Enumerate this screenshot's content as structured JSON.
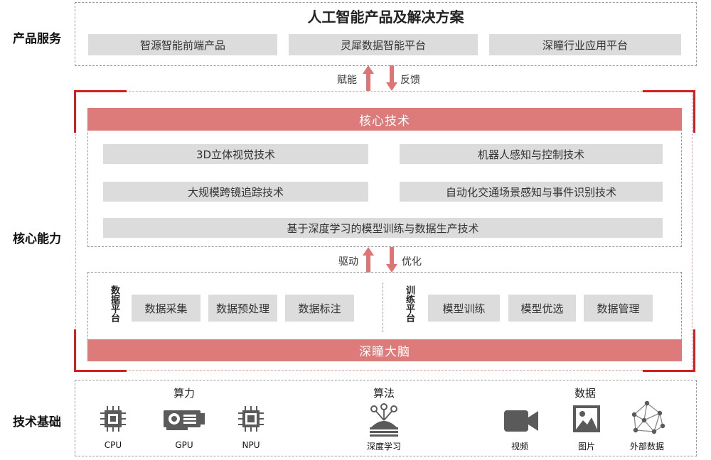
{
  "rows": {
    "product": "产品服务",
    "core": "核心能力",
    "base": "技术基础"
  },
  "product": {
    "title": "人工智能产品及解决方案",
    "items": [
      "智源智能前端产品",
      "灵犀数据智能平台",
      "深瞳行业应用平台"
    ]
  },
  "arrows_top": {
    "up": "赋能",
    "down": "反馈"
  },
  "core_tech": {
    "title": "核心技术",
    "items": [
      "3D立体视觉技术",
      "机器人感知与控制技术",
      "大规模跨镜追踪技术",
      "自动化交通场景感知与事件识别技术",
      "基于深度学习的模型训练与数据生产技术"
    ]
  },
  "arrows_mid": {
    "up": "驱动",
    "down": "优化"
  },
  "brain": {
    "title": "深瞳大脑",
    "data_platform": {
      "label": "数据平台",
      "items": [
        "数据采集",
        "数据预处理",
        "数据标注"
      ]
    },
    "train_platform": {
      "label": "训练平台",
      "items": [
        "模型训练",
        "模型优选",
        "数据管理"
      ]
    }
  },
  "base": {
    "compute": {
      "title": "算力",
      "items": [
        "CPU",
        "GPU",
        "NPU"
      ]
    },
    "algorithm": {
      "title": "算法",
      "items": [
        "深度学习"
      ]
    },
    "data": {
      "title": "数据",
      "items": [
        "视频",
        "图片",
        "外部数据"
      ]
    }
  },
  "icons": [
    "cpu-icon",
    "gpu-icon",
    "npu-icon",
    "deep-learning-icon",
    "video-icon",
    "image-icon",
    "network-icon"
  ],
  "colors": {
    "accent_red": "#d21f1f",
    "bar_red": "#dd7b7b",
    "arrow_red": "#e07474",
    "box_gray": "#dcdcdc",
    "icon_dark": "#5a5a5a"
  }
}
